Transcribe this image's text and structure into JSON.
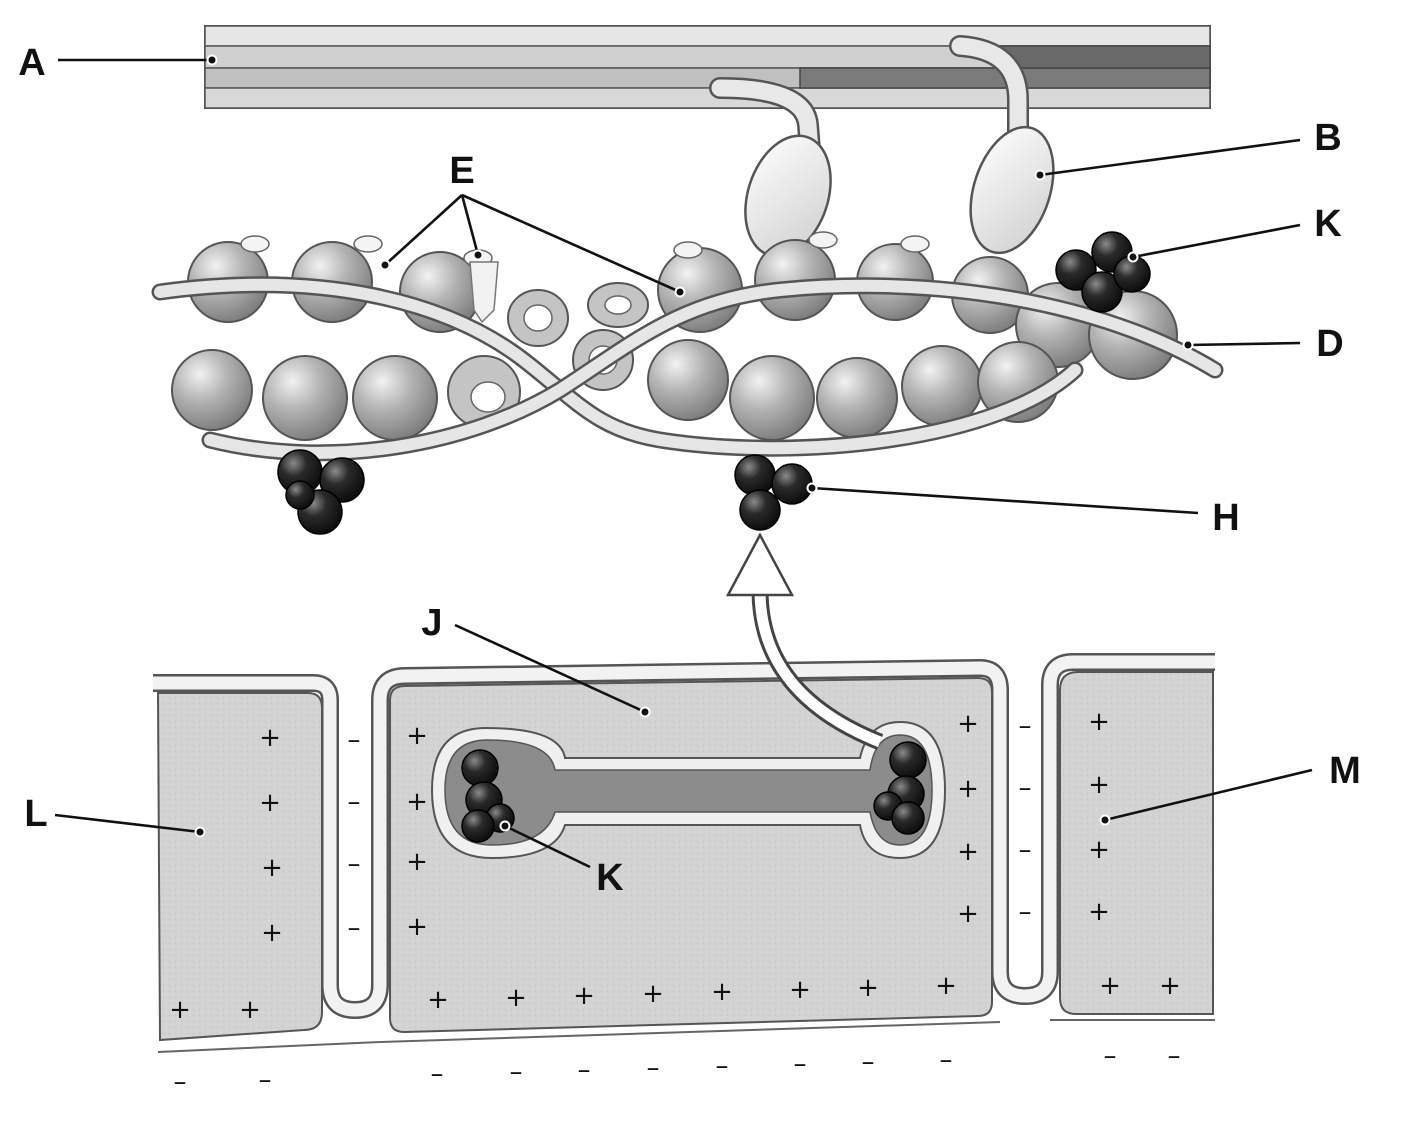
{
  "labels": {
    "A": "A",
    "B": "B",
    "K_top": "K",
    "D": "D",
    "E": "E",
    "H": "H",
    "J": "J",
    "K_bottom": "K",
    "L": "L",
    "M": "M"
  },
  "signs": {
    "plus": "+",
    "minus": "–"
  },
  "colors": {
    "bead": "#a9a9a9",
    "bead_light": "#e6e6e6",
    "calcium": "#1c1c1c",
    "cell_fill": "#d2d2d2",
    "membrane": "#f4f4f4",
    "sr_fill": "#8c8c8c",
    "filament": "#c8c8c8"
  }
}
